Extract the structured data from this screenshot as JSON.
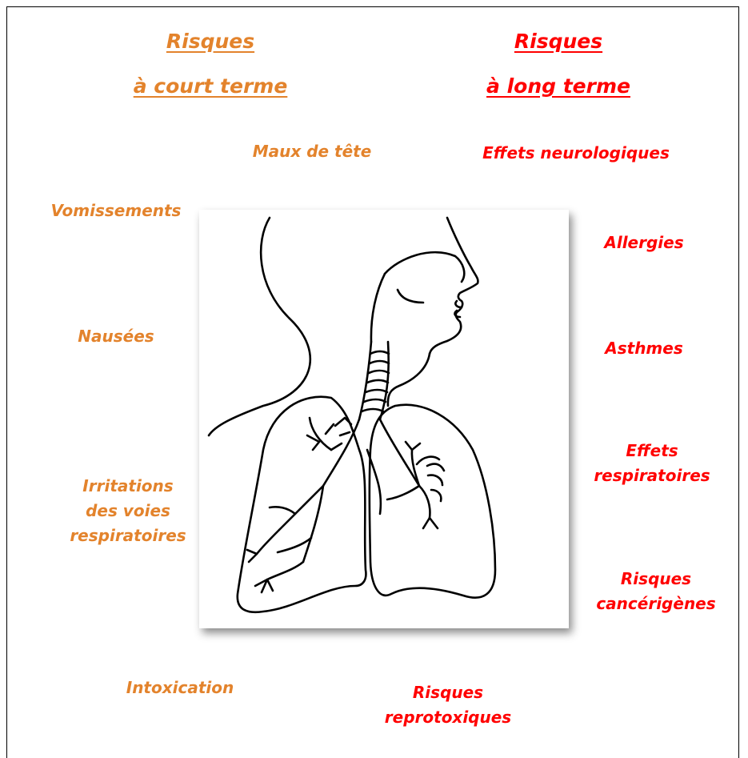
{
  "headings": {
    "short_term_line1": "Risques",
    "short_term_line2": "à court terme",
    "long_term_line1": "Risques",
    "long_term_line2": "à long terme"
  },
  "short_term": {
    "headache": "Maux de tête",
    "vomiting": "Vomissements",
    "nausea": "Nausées",
    "irritation_line1": "Irritations",
    "irritation_line2": "des voies",
    "irritation_line3": "respiratoires",
    "intoxication": "Intoxication"
  },
  "long_term": {
    "neuro": "Effets neurologiques",
    "allergies": "Allergies",
    "asthma": "Asthmes",
    "respiratory_line1": "Effets",
    "respiratory_line2": "respiratoires",
    "cancer_line1": "Risques",
    "cancer_line2": "cancérigènes",
    "repro_line1": "Risques",
    "repro_line2": "reprotoxiques"
  },
  "colors": {
    "short_term": "#e3832c",
    "long_term": "#ff0000"
  }
}
